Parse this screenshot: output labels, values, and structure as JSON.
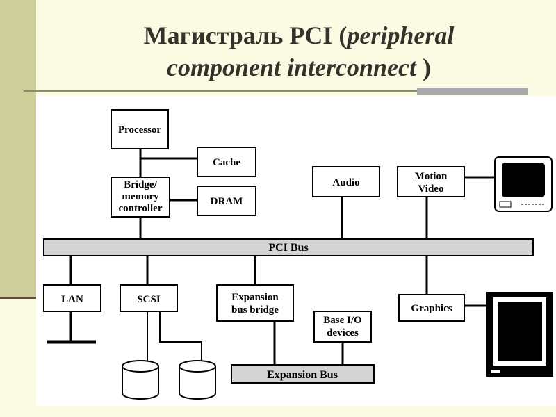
{
  "title": {
    "line1_plain": "Магистраль PCI (",
    "line1_italic": "peripheral",
    "line2_italic": "component interconnect",
    "line2_plain": " )"
  },
  "diagram": {
    "processor": "Processor",
    "cache": "Cache",
    "bridge": [
      "Bridge/",
      "memory",
      "controller"
    ],
    "dram": "DRAM",
    "audio": "Audio",
    "motion_video": [
      "Motion",
      "Video"
    ],
    "pci_bus": "PCI Bus",
    "lan": "LAN",
    "scsi": "SCSI",
    "expansion_bridge": [
      "Expansion",
      "bus bridge"
    ],
    "base_io": [
      "Base I/O",
      "devices"
    ],
    "graphics": "Graphics",
    "expansion_bus": "Expansion Bus"
  }
}
